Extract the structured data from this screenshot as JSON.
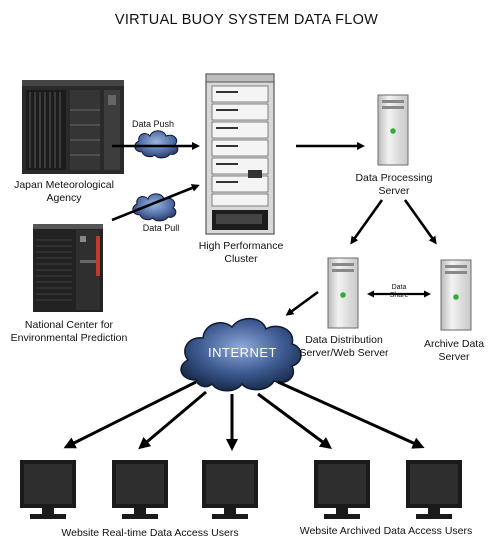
{
  "title": "VIRTUAL BUOY SYSTEM DATA FLOW",
  "nodes": {
    "jma": {
      "label_line1": "Japan Meteorological",
      "label_line2": "Agency"
    },
    "ncep": {
      "label_line1": "National Center for",
      "label_line2": "Environmental Prediction"
    },
    "cluster": {
      "label_line1": "High Performance",
      "label_line2": "Cluster"
    },
    "processing": {
      "label_line1": "Data Processing",
      "label_line2": "Server"
    },
    "distribution": {
      "label_line1": "Data Distribution",
      "label_line2": "Server/Web Server"
    },
    "archive": {
      "label_line1": "Archive Data",
      "label_line2": "Server"
    },
    "internet": {
      "label": "INTERNET"
    }
  },
  "edges": {
    "push": "Data Push",
    "pull": "Data Pull",
    "share_line1": "Data",
    "share_line2": "Share"
  },
  "groups": {
    "realtime": "Website Real-time Data Access Users",
    "archived": "Website Archived Data Access Users"
  },
  "colors": {
    "cloud_dark": "#1b2a4a",
    "cloud_light": "#6f8fc6",
    "server_light": "#e6e6e6",
    "led_green": "#2fae3c"
  }
}
